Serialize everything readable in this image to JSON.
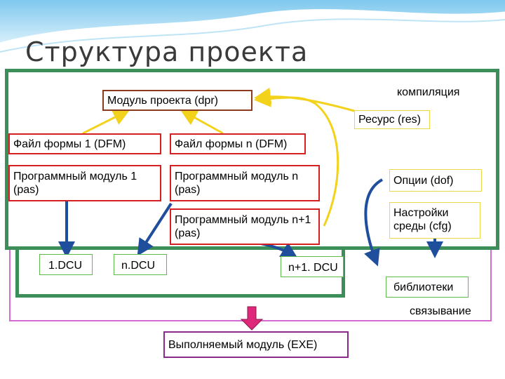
{
  "slide": {
    "title": "Структура проекта"
  },
  "nodes": {
    "dpr": "Модуль проекта (dpr)",
    "compile": "компиляция",
    "res": "Ресурс (res)",
    "dfm1": "Файл формы 1 (DFM)",
    "dfmn": "Файл формы n (DFM)",
    "pas1": "Программный модуль 1 (pas)",
    "pasn": "Программный модуль n (pas)",
    "pasn1": "Программный модуль n+1 (pas)",
    "dof": "Опции (dof)",
    "cfg": "Настройки среды (cfg)",
    "dcu1": "1.DCU",
    "dcun": "n.DCU",
    "dcun1": "n+1. DCU",
    "lib": "библиотеки",
    "link": "связывание",
    "exe": "Выполняемый модуль (EXE)"
  },
  "colors": {
    "frame_green": "#3d8f5a",
    "frame_purple": "#d36bd3",
    "arrow_yellow": "#f2d21a",
    "arrow_blue": "#1f4e9c",
    "arrow_pink": "#e0287a"
  }
}
